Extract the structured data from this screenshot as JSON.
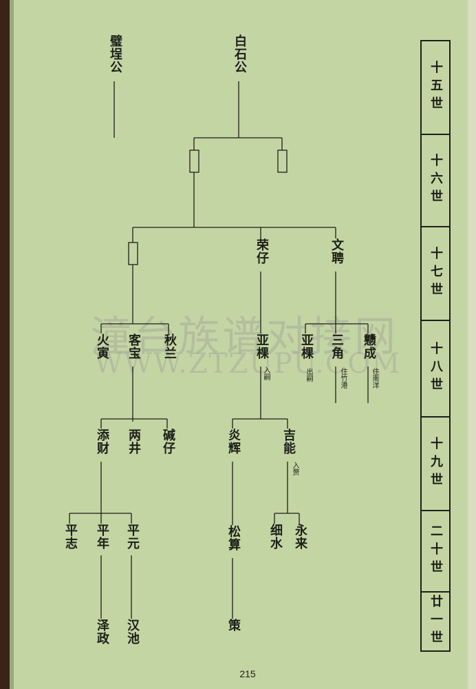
{
  "watermark": {
    "main": "潼台族谱对接网",
    "sub": "WWW.ZTZUPU.COM"
  },
  "colors": {
    "paper": "#c4d5a4",
    "ink": "#1c1f18",
    "edge_left": "#3a2418",
    "edge_right": "#d9dec0"
  },
  "generations": [
    "十五世",
    "十六世",
    "十七世",
    "十八世",
    "十九世",
    "二十世",
    "廿一世"
  ],
  "persons": {
    "bishenggong": "璧埕公",
    "baishigong": "白石公",
    "rongzai": "荣仔",
    "wenpin": "文聘",
    "huoyin": "火寅",
    "kebao": "客宝",
    "qiulan": "秋兰",
    "yake_ru": "亚棵",
    "yake_chu": "亚棵",
    "sanjiao": "三角",
    "yicheng": "戆成",
    "tiancai": "添财",
    "liangjing": "两井",
    "jianzai": "碱仔",
    "yanhui": "炎辉",
    "jineng": "吉能",
    "pingzhi": "平志",
    "pingnian": "平年",
    "pingyuan": "平元",
    "songsuan": "松算",
    "xishui": "细水",
    "yonglai": "永来",
    "zezheng": "泽政",
    "hanchi": "汉池",
    "ce": "策"
  },
  "notes": {
    "yake_ru": "入嗣",
    "yake_chu": "出嗣",
    "sanjiao": "住竹港",
    "yicheng": "住南洋",
    "jineng": "入赘"
  },
  "page_number": "215"
}
